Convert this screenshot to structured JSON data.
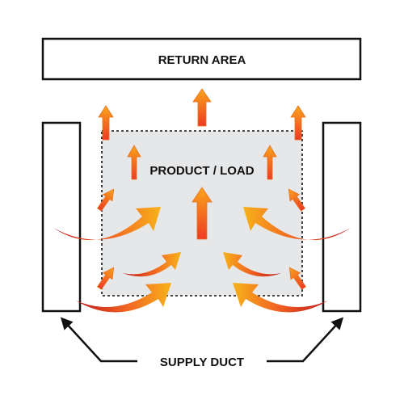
{
  "labels": {
    "return_area": "RETURN AREA",
    "product_load": "PRODUCT / LOAD",
    "supply_duct": "SUPPLY DUCT"
  },
  "colors": {
    "outline": "#111111",
    "load_fill": "#e6e7e8",
    "arrow_tip": "#f7b21a",
    "arrow_mid": "#f26722",
    "arrow_tail": "#c0161c",
    "up_arrow_top": "#f9a51b",
    "up_arrow_bottom": "#ee3a24"
  }
}
